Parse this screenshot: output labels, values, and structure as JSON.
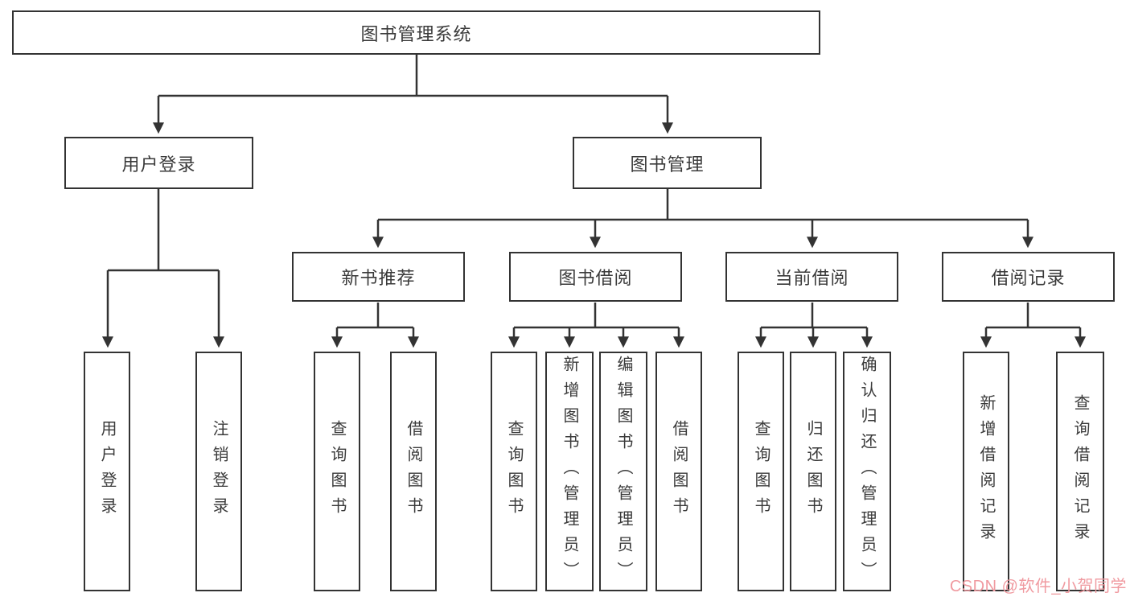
{
  "diagram": {
    "root": {
      "label": "图书管理系统"
    },
    "level2": [
      {
        "id": "user-login",
        "label": "用户登录"
      },
      {
        "id": "book-management",
        "label": "图书管理"
      }
    ],
    "level3": [
      {
        "id": "new-book-recommend",
        "label": "新书推荐"
      },
      {
        "id": "book-borrow",
        "label": "图书借阅"
      },
      {
        "id": "current-borrow",
        "label": "当前借阅"
      },
      {
        "id": "borrow-records",
        "label": "借阅记录"
      }
    ],
    "leaves": [
      {
        "parent": "user-login",
        "label": "用户登录"
      },
      {
        "parent": "user-login",
        "label": "注销登录"
      },
      {
        "parent": "new-book-recommend",
        "label": "查询图书"
      },
      {
        "parent": "new-book-recommend",
        "label": "借阅图书"
      },
      {
        "parent": "book-borrow",
        "label": "查询图书"
      },
      {
        "parent": "book-borrow",
        "label": "新增图书（管理员）"
      },
      {
        "parent": "book-borrow",
        "label": "编辑图书（管理员）"
      },
      {
        "parent": "book-borrow",
        "label": "借阅图书"
      },
      {
        "parent": "current-borrow",
        "label": "查询图书"
      },
      {
        "parent": "current-borrow",
        "label": "归还图书"
      },
      {
        "parent": "current-borrow",
        "label": "确认归还（管理员）"
      },
      {
        "parent": "borrow-records",
        "label": "新增借阅记录"
      },
      {
        "parent": "borrow-records",
        "label": "查询借阅记录"
      }
    ]
  },
  "watermark": {
    "text": "CSDN @软件_小贺同学",
    "color": "#f09aa0"
  },
  "colors": {
    "background": "#ffffff",
    "box_fill": "#ffffff",
    "box_border": "#333333",
    "connector": "#333333",
    "text": "#3a3a3a"
  }
}
